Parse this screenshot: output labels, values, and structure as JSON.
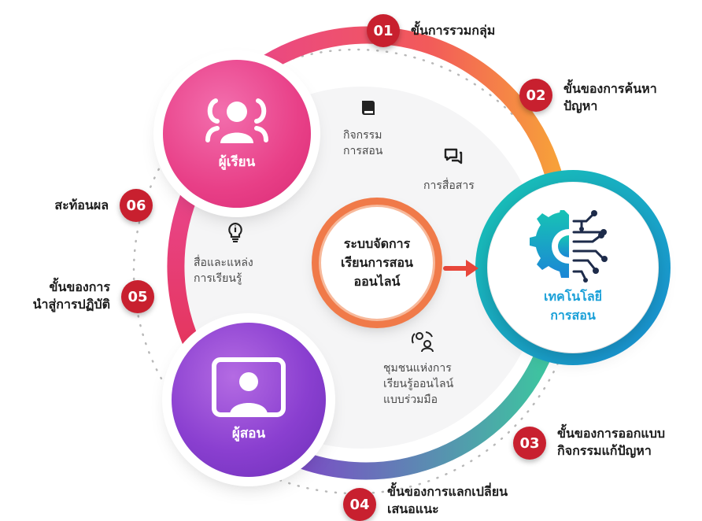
{
  "nodes": {
    "learner": "ผู้เรียน",
    "teacher": "ผู้สอน",
    "center": "ระบบจัดการ\nเรียนการสอน\nออนไลน์",
    "technology": "เทคโนโลยี\nการสอน"
  },
  "zones": {
    "teaching_activities": "กิจกรรม\nการสอน",
    "communication": "การสื่อสาร",
    "learning_resources": "สื่อและแหล่ง\nการเรียนรู้",
    "collaborative_community": "ชุมชนแห่งการ\nเรียนรู้ออนไลน์\nแบบร่วมมือ"
  },
  "steps": [
    {
      "number": "01",
      "label": "ขั้นการรวมกลุ่ม"
    },
    {
      "number": "02",
      "label": "ขั้นของการค้นหา\nปัญหา"
    },
    {
      "number": "03",
      "label": "ขั้นของการออกแบบ\nกิจกรรมแก้ปัญหา"
    },
    {
      "number": "04",
      "label": "ขั้นของการแลกเปลี่ยน\nเสนอแนะ"
    },
    {
      "number": "05",
      "label": "ขั้นของการ\nนำสู่การปฏิบัติ"
    },
    {
      "number": "06",
      "label": "สะท้อนผล"
    }
  ],
  "colors": {
    "badge": "#c8202f",
    "learner": "#e83f87",
    "teacher": "#8a3fd0",
    "technology_ring": "#1bb7c6",
    "center_ring": "#f07a49"
  }
}
